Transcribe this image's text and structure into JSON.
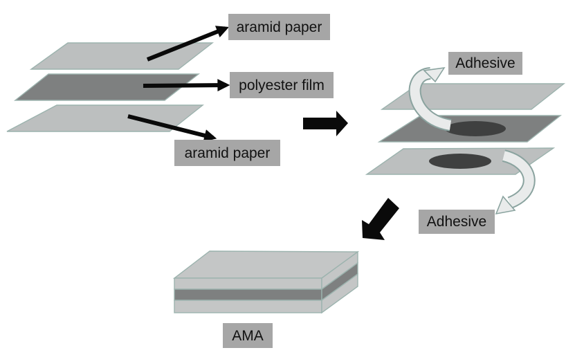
{
  "diagram": {
    "source_stack": {
      "labels": {
        "top": "aramid paper",
        "middle": "polyester film",
        "bottom": "aramid paper"
      }
    },
    "adhesive_step": {
      "label_top": "Adhesive",
      "label_bottom": "Adhesive"
    },
    "result": {
      "label": "AMA"
    },
    "colors": {
      "background": "#ffffff",
      "layer_light": "#bcbfbf",
      "slab_light": "#c4c6c6",
      "layer_dark": "#7e8080",
      "layer_border": "#9cb3ae",
      "adhesive_spot": "#3f4040",
      "label_bg": "#a6a6a6",
      "label_text": "#111111",
      "arrow_black": "#0a0a0a",
      "curved_arrow_fill": "#e9ebeb",
      "curved_arrow_outline": "#8aa39f"
    }
  }
}
